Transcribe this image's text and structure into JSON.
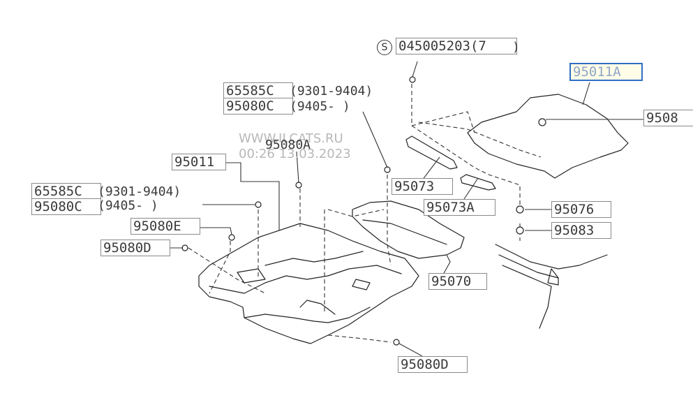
{
  "watermark": {
    "site": "WWW.ILCATS.RU",
    "timestamp": "00:26 13.03.2023"
  },
  "callouts": {
    "bolt_symbol": "S",
    "bolt_number": "045005203(7",
    "bolt_number_close": ")",
    "p95011A": "95011A",
    "p9508": "9508",
    "p65585C_top": "65585C",
    "p65585C_top_range": "(9301-9404)",
    "p95080C_top": "95080C",
    "p95080C_top_range": "(9405-     )",
    "p95080A": "95080A",
    "p95011": "95011",
    "p95073": "95073",
    "p95073A": "95073A",
    "p95076": "95076",
    "p95083": "95083",
    "p65585C_left": "65585C",
    "p65585C_left_range": "(9301-9404)",
    "p95080C_left": "95080C",
    "p95080C_left_range": "(9405-     )",
    "p95080E": "95080E",
    "p95080D_left": "95080D",
    "p95070": "95070",
    "p95080D_bottom": "95080D"
  },
  "colors": {
    "selected_border": "#2e6fc4",
    "label_border": "#8a8a8a"
  }
}
